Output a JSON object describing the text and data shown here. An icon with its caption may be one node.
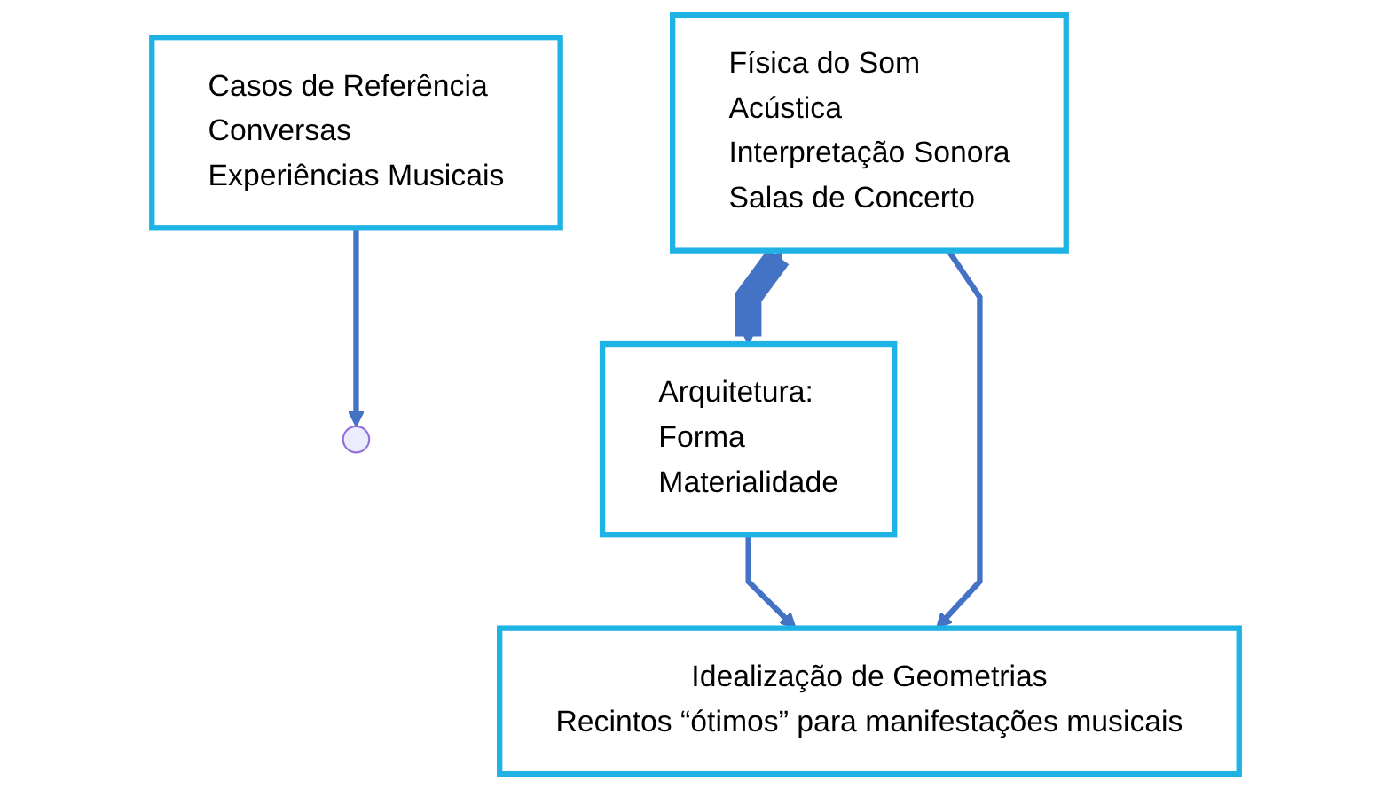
{
  "diagram": {
    "nodes": [
      {
        "text": [
          "Casos de Referência",
          "Conversas",
          "Experiências Musicais"
        ]
      },
      {
        "text": [
          "Física do Som",
          "Acústica",
          "Interpretação Sonora",
          "Salas de Concerto"
        ]
      },
      {
        "text": [
          "Arquitetura:",
          "Forma",
          "Materialidade"
        ]
      },
      {
        "text": [
          "Idealização de Geometrias",
          "Recintos “ótimos” para manifestações musicais"
        ]
      }
    ],
    "edges": [
      {
        "from": 0,
        "to": null,
        "arrow": "to"
      },
      {
        "from": 1,
        "to": 2,
        "arrow": "both",
        "style": "thick"
      },
      {
        "from": 1,
        "to": 3,
        "arrow": "to"
      },
      {
        "from": 2,
        "to": 3,
        "arrow": "to"
      }
    ]
  }
}
